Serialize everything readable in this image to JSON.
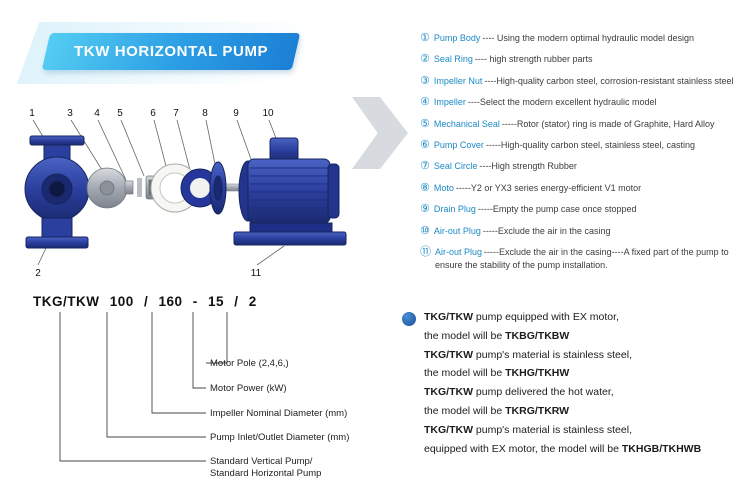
{
  "banner": {
    "title": "TKW HORIZONTAL PUMP"
  },
  "diagram": {
    "labels": {
      "n1": "1",
      "n2": "2",
      "n3": "3",
      "n4": "4",
      "n5": "5",
      "n6": "6",
      "n7": "7",
      "n8": "8",
      "n9": "9",
      "n10": "10",
      "n11": "11"
    }
  },
  "parts_list": [
    {
      "num": "①",
      "name": "Pump Body",
      "desc": "---- Using the modern optimal hydraulic model design"
    },
    {
      "num": "②",
      "name": "Seal Ring",
      "desc": "---- high strength rubber parts"
    },
    {
      "num": "③",
      "name": "Impeller Nut",
      "desc": "----High-quality carbon steel, corrosion-resistant stainless steel"
    },
    {
      "num": "④",
      "name": "Impeller",
      "desc": "----Select the modern excellent hydraulic model"
    },
    {
      "num": "⑤",
      "name": "Mechanical Seal",
      "desc": "-----Rotor (stator) ring is made of Graphite, Hard Alloy"
    },
    {
      "num": "⑥",
      "name": "Pump Cover",
      "desc": "-----High-quality carbon steel, stainless steel, casting"
    },
    {
      "num": "⑦",
      "name": "Seal Circle",
      "desc": "----High strength Rubber"
    },
    {
      "num": "⑧",
      "name": "Moto",
      "desc": "-----Y2 or YX3 series energy-efficient V1 motor"
    },
    {
      "num": "⑨",
      "name": "Drain Plug",
      "desc": "-----Empty the pump case once stopped"
    },
    {
      "num": "⑩",
      "name": "Air-out Plug",
      "desc": "-----Exclude the air in the casing"
    },
    {
      "num": "⑪",
      "name": "Air-out Plug",
      "desc": "-----Exclude the air in the casing----A fixed part of the pump to ensure the stability of the pump installation."
    }
  ],
  "model_code": {
    "code": "TKG/TKW  100 / 160 - 15 / 2",
    "labels": [
      "Motor Pole (2,4,6,)",
      "Motor Power  (kW)",
      "Impeller Nominal Diameter (mm)",
      "Pump Inlet/Outlet Diameter (mm)",
      "Standard Vertical Pump/",
      "Standard  Horizontal Pump"
    ]
  },
  "notes": {
    "lines": [
      {
        "b1": "TKG/TKW",
        "t": " pump equipped with EX motor,",
        "b2": ""
      },
      {
        "b1": "",
        "t": "the model will be ",
        "b2": "TKBG/TKBW"
      },
      {
        "b1": "TKG/TKW",
        "t": " pump's material is stainless steel,",
        "b2": ""
      },
      {
        "b1": "",
        "t": "the model will be ",
        "b2": "TKHG/TKHW"
      },
      {
        "b1": "TKG/TKW",
        "t": " pump delivered the hot water,",
        "b2": ""
      },
      {
        "b1": "",
        "t": "the model will be ",
        "b2": "TKRG/TKRW"
      },
      {
        "b1": "TKG/TKW",
        "t": " pump's material is stainless steel,",
        "b2": ""
      },
      {
        "b1": "",
        "t": "equipped with EX motor, the model will be ",
        "b2": "TKHGB/TKHWB"
      }
    ]
  },
  "colors": {
    "accent_blue": "#1b8ac6",
    "banner_gradient_start": "#54cdf2",
    "banner_gradient_end": "#1c7fd4",
    "pump_blue": "#2b3f9e",
    "note_bullet_blue": "#174f9b",
    "arrow_gray": "#d7dade"
  }
}
